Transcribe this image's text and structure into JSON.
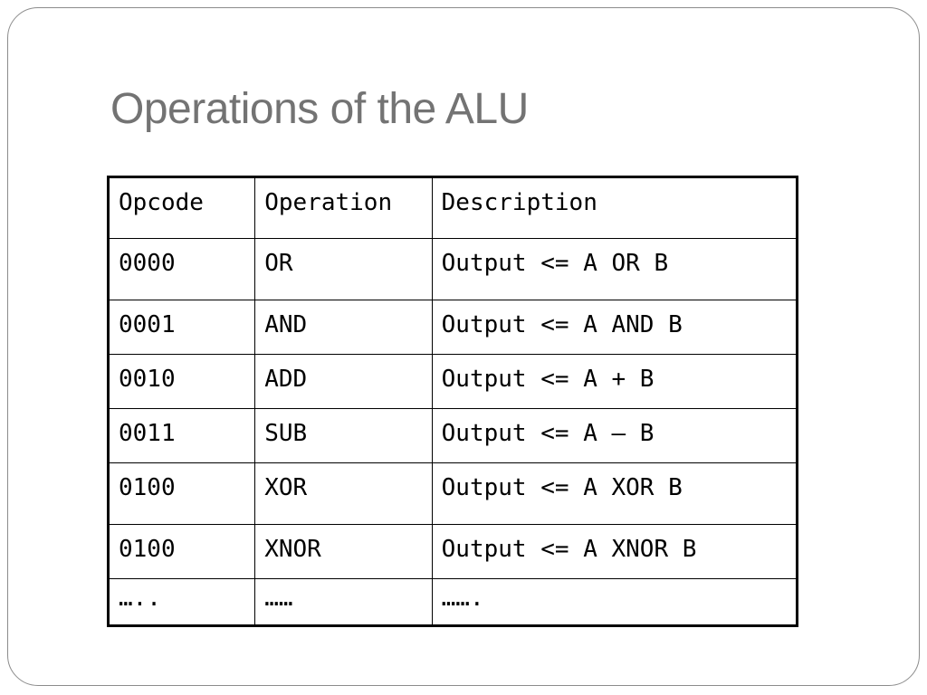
{
  "slide": {
    "title": "Operations of the ALU"
  },
  "table": {
    "headers": [
      "Opcode",
      "Operation",
      "Description"
    ],
    "rows": [
      [
        "0000",
        "OR",
        "Output <= A OR B"
      ],
      [
        "0001",
        "AND",
        "Output <= A AND B"
      ],
      [
        "0010",
        "ADD",
        "Output <= A + B"
      ],
      [
        "0011",
        "SUB",
        "Output <= A – B"
      ],
      [
        "0100",
        "XOR",
        "Output <= A XOR B"
      ],
      [
        "0100",
        "XNOR",
        "Output <= A XNOR B"
      ],
      [
        "…..",
        "……",
        "……."
      ]
    ]
  }
}
